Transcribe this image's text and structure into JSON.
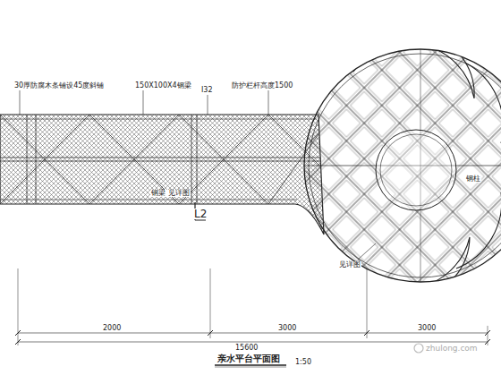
{
  "diagram": {
    "title": "亲水平台平面图",
    "labels": [
      "30厚防腐木条铺设45度斜铺",
      "150X100X4钢梁",
      "I32",
      "防护栏杆高度1500",
      "L2",
      "钢梁 见详图",
      "见详图",
      "钢柱",
      "2000",
      "3000",
      "3000",
      "15600",
      "1:50",
      "zhulong.com"
    ]
  }
}
